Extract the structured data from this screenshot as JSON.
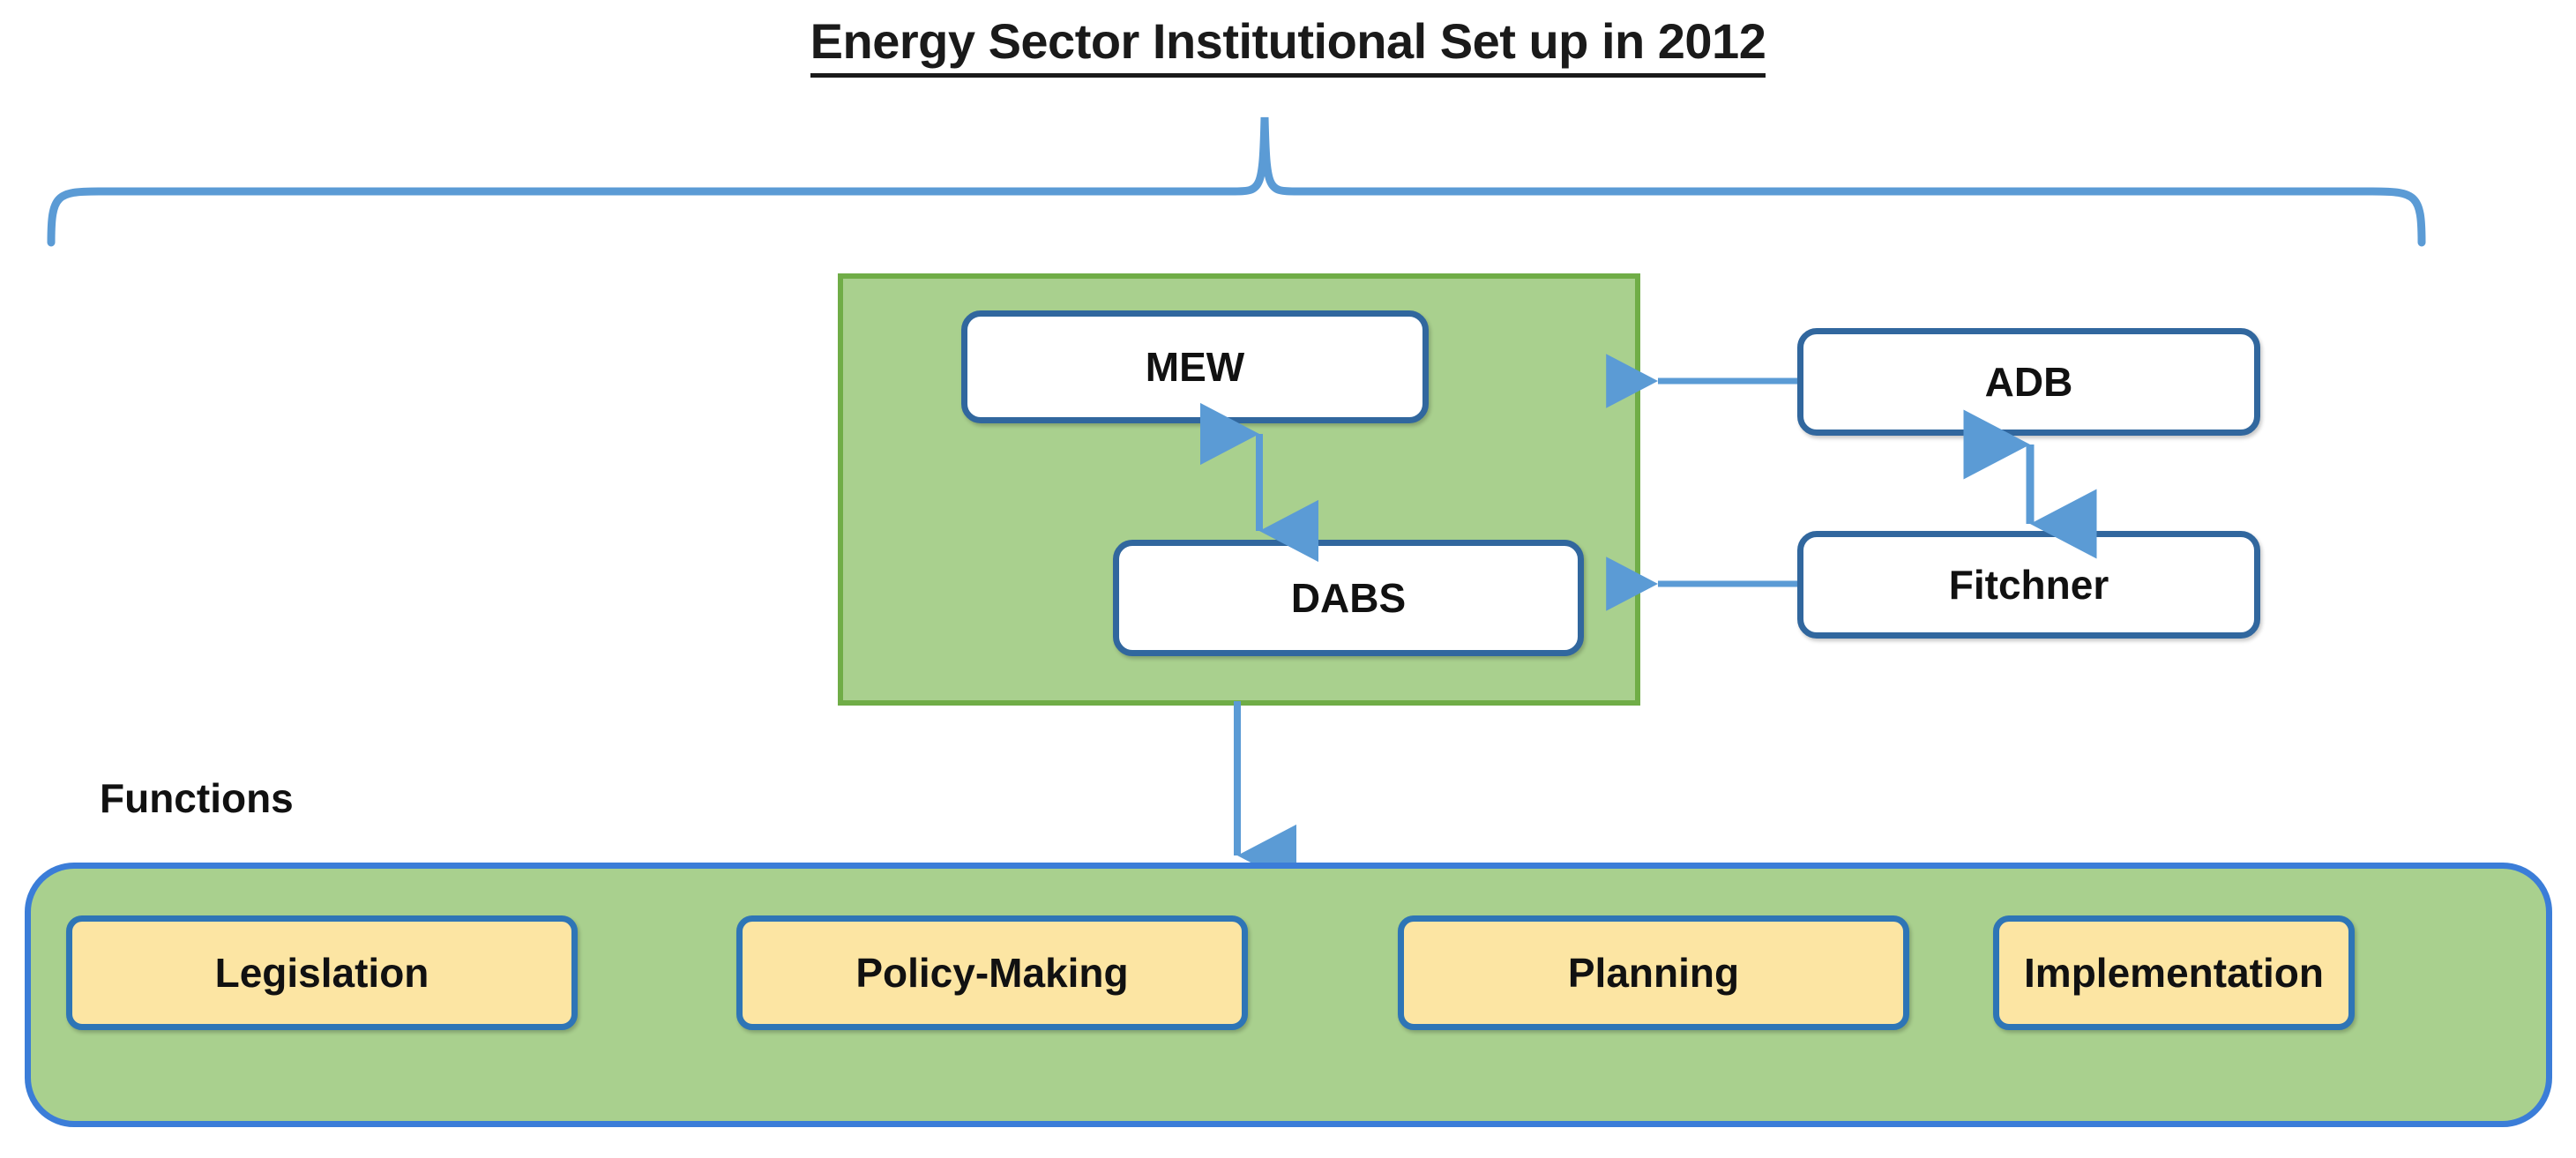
{
  "title": "Energy Sector Institutional Set up in 2012",
  "labels": {
    "functions": "Functions"
  },
  "colors": {
    "green_fill": "#A9D08E",
    "green_border": "#70AD47",
    "blue_border": "#31679E",
    "blue_bar_border": "#3B7DD8",
    "yellow_fill": "#FCE5A3",
    "yellow_border": "#2E75B6",
    "arrow_blue": "#5B9BD5",
    "arrow_orange": "#C55A11",
    "text": "#111111"
  },
  "government_group": {
    "entities": [
      {
        "id": "mew",
        "label": "MEW"
      },
      {
        "id": "dabs",
        "label": "DABS"
      }
    ]
  },
  "external_entities": [
    {
      "id": "adb",
      "label": "ADB"
    },
    {
      "id": "fitchner",
      "label": "Fitchner"
    }
  ],
  "functions_bar": {
    "items": [
      {
        "id": "legislation",
        "label": "Legislation"
      },
      {
        "id": "policy-making",
        "label": "Policy-Making"
      },
      {
        "id": "planning",
        "label": "Planning"
      },
      {
        "id": "implementation",
        "label": "Implementation"
      }
    ]
  },
  "connections": [
    {
      "from": "mew",
      "to": "dabs",
      "style": "bidirectional",
      "color": "#5B9BD5"
    },
    {
      "from": "adb",
      "to": "government_group",
      "style": "arrow-left",
      "color": "#5B9BD5"
    },
    {
      "from": "fitchner",
      "to": "government_group",
      "style": "arrow-left",
      "color": "#5B9BD5"
    },
    {
      "from": "adb",
      "to": "fitchner",
      "style": "bidirectional",
      "color": "#5B9BD5"
    },
    {
      "from": "government_group",
      "to": "functions_bar",
      "style": "arrow-down",
      "color": "#5B9BD5"
    },
    {
      "from": "blue-trunk",
      "to": "legislation",
      "style": "arrow-up",
      "color": "#5B9BD5"
    },
    {
      "from": "orange-trunk",
      "to": "policy-making",
      "style": "arrow-up",
      "color": "#C55A11"
    },
    {
      "from": "orange-trunk",
      "to": "planning",
      "style": "arrow-up",
      "color": "#C55A11"
    },
    {
      "from": "orange-trunk",
      "to": "implementation",
      "style": "arrow-up",
      "color": "#C55A11"
    }
  ]
}
